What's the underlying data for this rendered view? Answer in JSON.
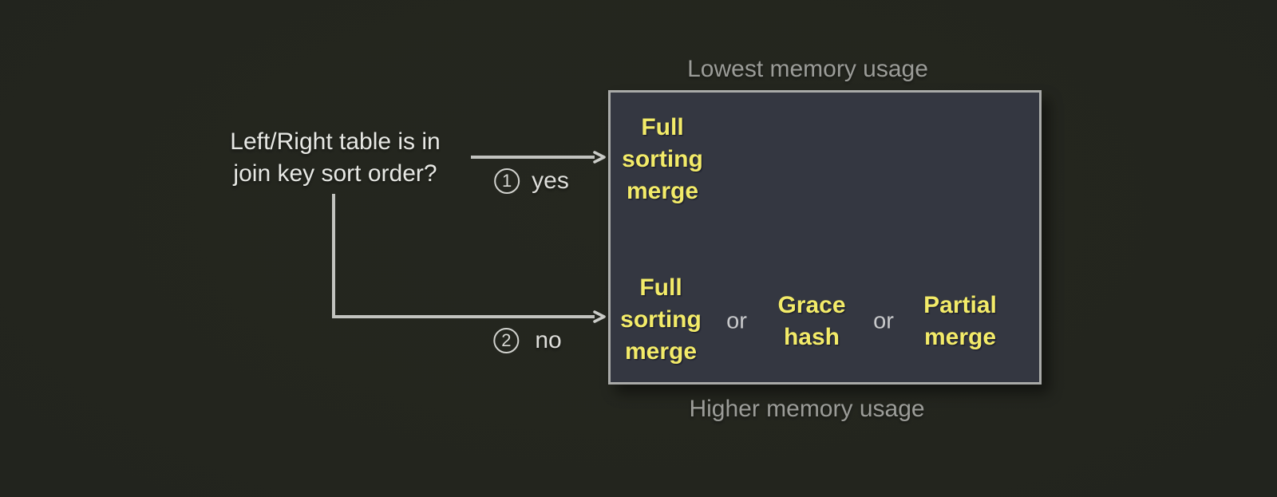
{
  "question": {
    "lines": [
      "Left/Right table is in",
      "join key sort order?"
    ]
  },
  "branches": {
    "yes": {
      "number": "1",
      "label": "yes"
    },
    "no": {
      "number": "2",
      "label": "no"
    }
  },
  "memory_labels": {
    "lowest": "Lowest memory usage",
    "higher": "Higher memory usage"
  },
  "box": {
    "sorted_option": {
      "lines": [
        "Full",
        "sorting",
        "merge"
      ]
    },
    "unsorted_options": {
      "option1": {
        "lines": [
          "Full",
          "sorting",
          "merge"
        ]
      },
      "separator1": "or",
      "option2": {
        "lines": [
          "Grace",
          "hash"
        ]
      },
      "separator2": "or",
      "option3": {
        "lines": [
          "Partial",
          "merge"
        ]
      }
    }
  },
  "colors": {
    "background": "#22241e",
    "box_fill": "#343741",
    "box_border": "#a9aaa8",
    "algorithm_text": "#f3eb69",
    "memory_label_text": "#9b9c98",
    "question_text": "#e7e8e4",
    "or_text": "#c7c8ca",
    "connector": "#c2c3bf"
  }
}
